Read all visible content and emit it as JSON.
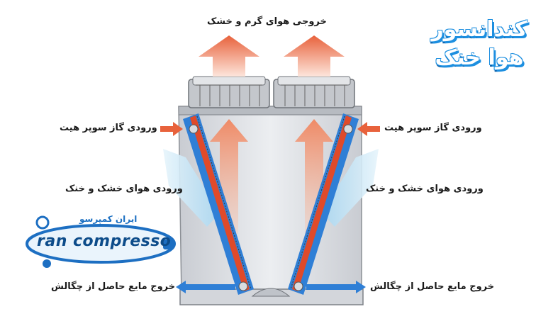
{
  "title": {
    "line1": "کندانسور",
    "line2": "هوا خنک"
  },
  "labels": {
    "hot_air_out": "خروجی هوای گرم و خشک",
    "gas_in_left": "ورودی گاز سوپر هیت",
    "gas_in_right": "ورودی گاز سوپر هیت",
    "air_in_left": "ورودی هوای خشک و خنک",
    "air_in_right": "ورودی هوای خشک و خنک",
    "liquid_out_left": "خروج مایع حاصل از چگالش",
    "liquid_out_right": "خروج مایع حاصل از چگالش"
  },
  "logo": {
    "name": "ran compresso",
    "sub": "ایران کمپرسو"
  },
  "colors": {
    "hot": "#e8623c",
    "hot_light": "#f7b79a",
    "cold": "#2f7fd6",
    "cold_light": "#bfe0f4",
    "coil": "#e04a2a",
    "casing": "#d8dbe0",
    "brand": "#1d8fe0"
  }
}
